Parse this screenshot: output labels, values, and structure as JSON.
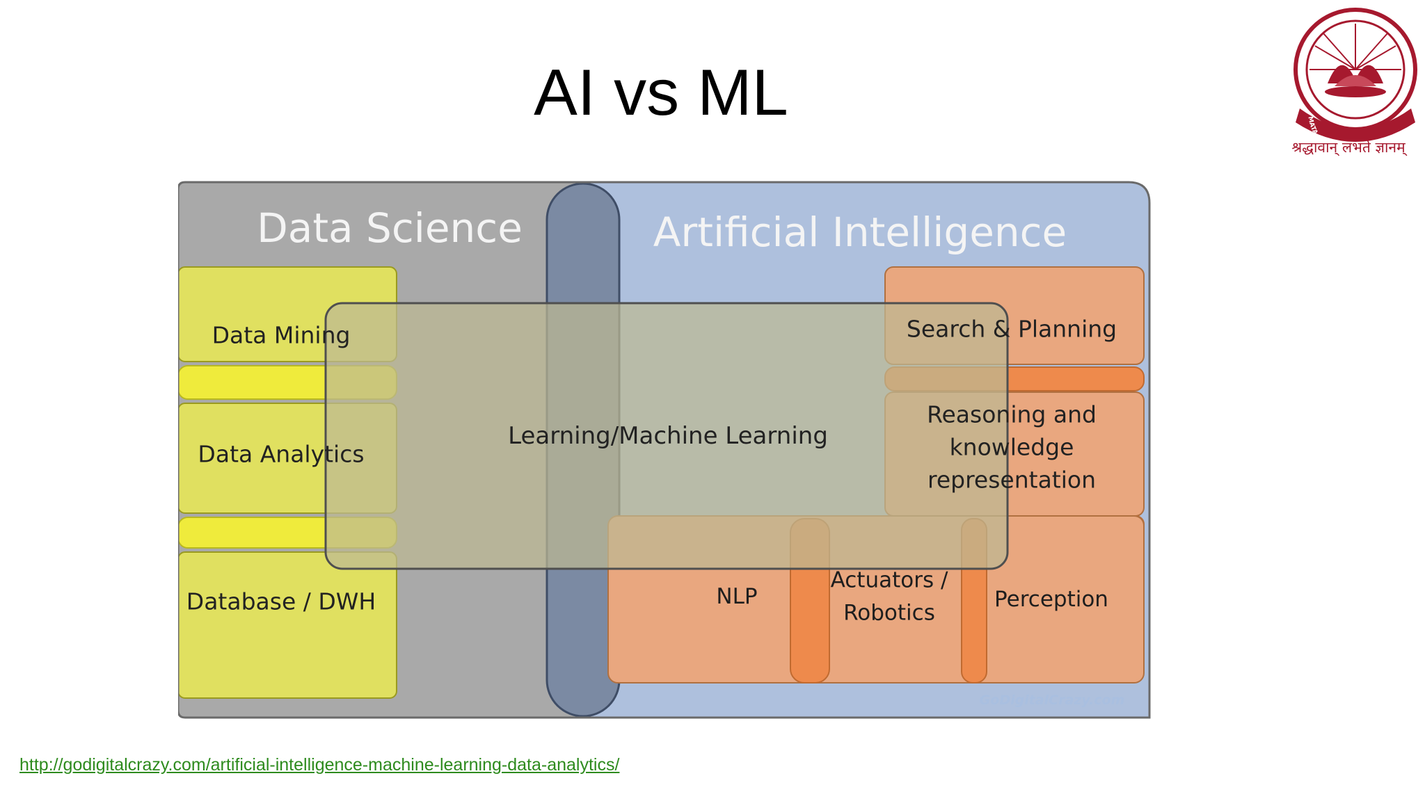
{
  "slide": {
    "title": "AI vs ML",
    "source_link": "http://godigitalcrazy.com/artificial-intelligence-machine-learning-data-analytics/"
  },
  "logo": {
    "icon": "institution-seal-icon",
    "motto": "श्रद्धावान् लभते ज्ञानम्",
    "ring_text": "MATA AMRITANANDAMAYI MATH",
    "colors": {
      "primary": "#a6192e"
    }
  },
  "diagram": {
    "data_science": "Data Science",
    "artificial_intelligence": "Artificial Intelligence",
    "machine_learning": "Learning/Machine Learning",
    "data_science_items": [
      "Data Mining",
      "Data Analytics",
      "Database / DWH"
    ],
    "ai_items": {
      "search_planning": "Search & Planning",
      "reasoning": "Reasoning and knowledge representation",
      "nlp": "NLP",
      "robotics": "Actuators / Robotics",
      "perception": "Perception"
    },
    "watermark": "GoDigitalCrazy.com",
    "colors": {
      "data_science_bg": "#a9a9a9",
      "ai_bg": "#aec0dd",
      "overlap": "#7b8aa3",
      "yellow": "#e0e060",
      "orange": "#e9a77f",
      "ml_box": "#bdb893"
    }
  }
}
